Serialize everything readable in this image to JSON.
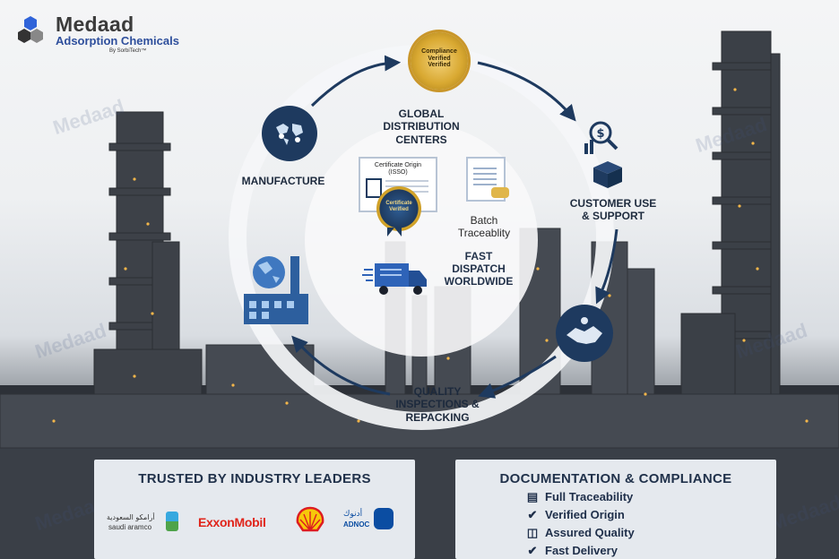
{
  "brand": {
    "name": "Medaad",
    "subtitle": "Adsorption Chemicals",
    "byline": "By SorbiTech™"
  },
  "cycle": {
    "global_line1": "GLOBAL",
    "global_line2": "DISTRIBUTION",
    "global_line3": "CENTERS",
    "manufacture": "MANUFACTURE",
    "customer_line1": "CUSTOMER USE",
    "customer_line2": "& SUPPORT",
    "quality_line1": "QUALITY",
    "quality_line2": "INSPECTIONS &",
    "quality_line3": "REPACKING",
    "seal_top_line1": "Compliance",
    "seal_top_line2": "Verified",
    "seal_top_line3": "Verified"
  },
  "center": {
    "certificate_line1": "Certificate Origin",
    "certificate_line2": "(ISSO)",
    "seal_line1": "Certificate",
    "seal_line2": "Verified",
    "batch_line1": "Batch",
    "batch_line2": "Traceablity",
    "dispatch_line1": "FAST",
    "dispatch_line2": "DISPATCH",
    "dispatch_line3": "WORLDWIDE"
  },
  "trusted": {
    "title": "TRUSTED BY INDUSTRY LEADERS",
    "aramco_ar": "أرامكو السعودية",
    "aramco_en": "saudi aramco",
    "exxon": "ExxonMobil",
    "adnoc_ar": "أدنوك",
    "adnoc_en": "ADNOC"
  },
  "docs": {
    "title": "DOCUMENTATION & COMPLIANCE",
    "items": [
      "Full Traceability",
      "Verified Origin",
      "Assured Quality",
      "Fast Delivery"
    ]
  },
  "colors": {
    "navy": "#1e3a5f",
    "gold": "#d4a52a",
    "exxon_red": "#e0251b",
    "shell_yellow": "#f7c80a",
    "shell_red": "#dd1d21",
    "adnoc_blue": "#0b4da2"
  },
  "watermark": "Medaad"
}
